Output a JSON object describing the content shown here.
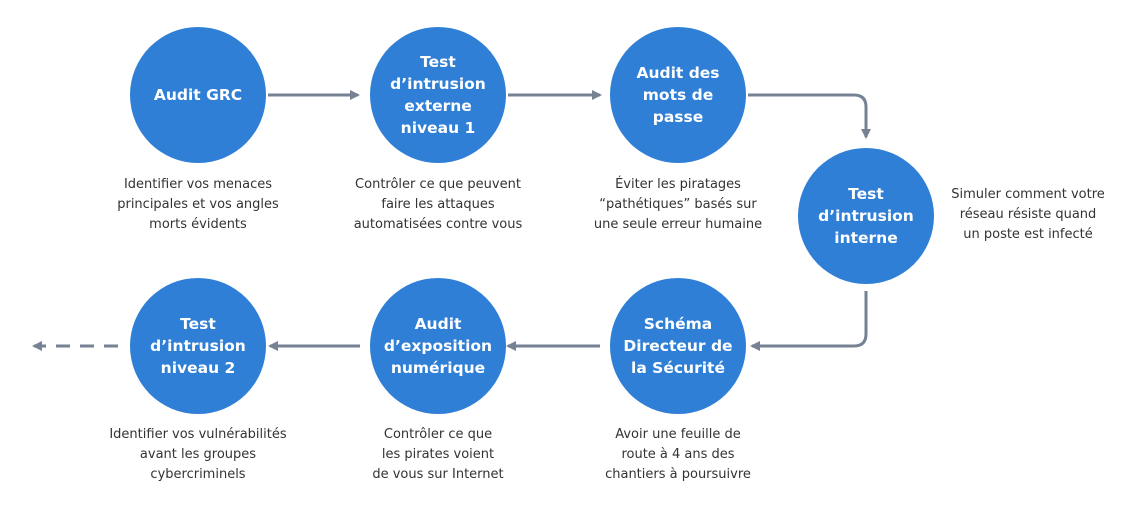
{
  "colors": {
    "node": "#2f7fd6",
    "arrow": "#748293",
    "text": "#333333"
  },
  "steps": [
    {
      "title": "Audit GRC",
      "desc": "Identifier vos menaces\nprincipales et vos angles\nmorts évidents"
    },
    {
      "title": "Test\nd’intrusion\nexterne\nniveau 1",
      "desc": "Contrôler ce que peuvent\nfaire les attaques\nautomatisées contre vous"
    },
    {
      "title": "Audit des\nmots de\npasse",
      "desc": "Éviter les piratages\n“pathétiques” basés sur\nune seule erreur humaine"
    },
    {
      "title": "Test\nd’intrusion\ninterne",
      "desc": "Simuler comment votre\nréseau résiste quand\nun poste est infecté"
    },
    {
      "title": "Schéma\nDirecteur de\nla Sécurité",
      "desc": "Avoir une feuille de\nroute à 4 ans des\nchantiers à poursuivre"
    },
    {
      "title": "Audit\nd’exposition\nnumérique",
      "desc": "Contrôler ce que\nles pirates voient\nde vous sur Internet"
    },
    {
      "title": "Test\nd’intrusion\nniveau 2",
      "desc": "Identifier vos vulnérabilités\navant les groupes\ncybercriminels"
    }
  ]
}
